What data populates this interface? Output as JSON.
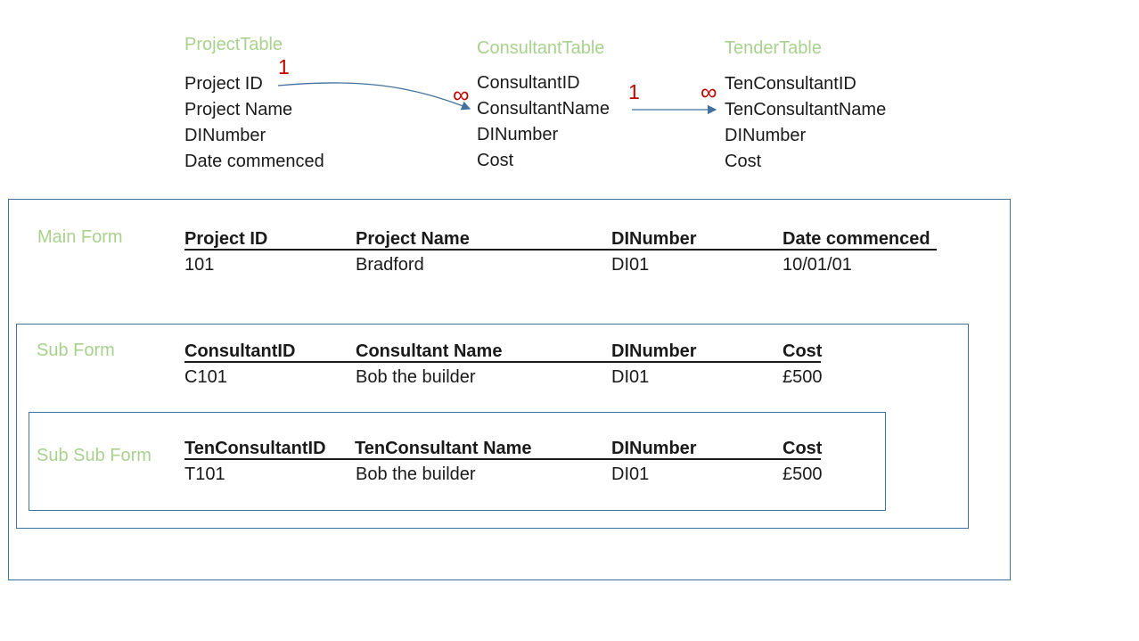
{
  "tables": {
    "project": {
      "title": "ProjectTable",
      "fields": [
        "Project ID",
        "Project Name",
        "DINumber",
        "Date commenced"
      ]
    },
    "consultant": {
      "title": "ConsultantTable",
      "fields": [
        "ConsultantID",
        "ConsultantName",
        "DINumber",
        "Cost"
      ]
    },
    "tender": {
      "title": "TenderTable",
      "fields": [
        "TenConsultantID",
        "TenConsultantName",
        "DINumber",
        "Cost"
      ]
    }
  },
  "relations": {
    "project_to_consultant": {
      "one": "1",
      "many": "∞"
    },
    "consultant_to_tender": {
      "one": "1",
      "many": "∞"
    }
  },
  "forms": {
    "main": {
      "label": "Main Form",
      "headers": [
        "Project ID",
        "Project Name",
        "DINumber",
        "Date commenced"
      ],
      "values": [
        "101",
        "Bradford",
        "DI01",
        "10/01/01"
      ]
    },
    "sub": {
      "label": "Sub Form",
      "headers": [
        "ConsultantID",
        "Consultant Name",
        "DINumber",
        "Cost"
      ],
      "values": [
        "C101",
        "Bob the builder",
        "DI01",
        "£500"
      ]
    },
    "subsub": {
      "label": "Sub Sub Form",
      "headers": [
        "TenConsultantID",
        "TenConsultant Name",
        "DINumber",
        "Cost"
      ],
      "values": [
        "T101",
        "Bob the builder",
        "DI01",
        "£500"
      ]
    }
  },
  "colors": {
    "title_green": "#a9d18e",
    "cardinality_red": "#c00000",
    "connector_blue": "#41719c"
  }
}
